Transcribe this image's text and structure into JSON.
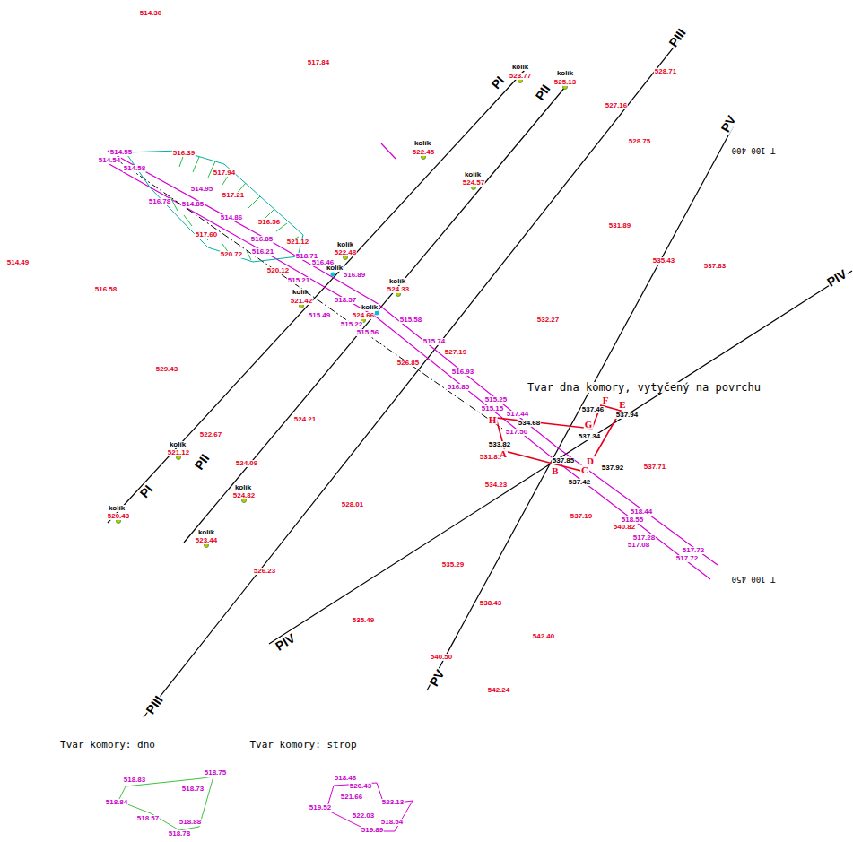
{
  "diagram": {
    "labels": [
      "514.30",
      "517.84",
      "528.71",
      "kolík",
      "523.77",
      "kolík",
      "525.13",
      "527.16",
      "528.75",
      "T 100 400",
      "kolík",
      "522.45",
      "kolík",
      "524.57",
      "531.89",
      "535.43",
      "537.83",
      "514.49",
      "516.58",
      "kolík",
      "522.48",
      "kolík",
      "kolík",
      "521.42",
      "kolík",
      "524.33",
      "kolík",
      "524.66",
      "532.27",
      "529.43",
      "526.85",
      "527.19",
      "524.21",
      "522.67",
      "kolík",
      "521.12",
      "524.09",
      "kolík",
      "524.82",
      "kolík",
      "520.43",
      "kolík",
      "523.44",
      "528.01",
      "531.81",
      "534.23",
      "537.71",
      "537.19",
      "540.82",
      "526.23",
      "535.29",
      "538.43",
      "535.49",
      "542.40",
      "540.50",
      "542.24",
      "T 100 450",
      "Tvar dna komory, vytyčený na povrchu",
      "537.46",
      "537.94",
      "534.68",
      "537.34",
      "533.82",
      "537.85",
      "537.92",
      "537.42",
      "A",
      "B",
      "C",
      "D",
      "E",
      "F",
      "G",
      "H",
      "514.55",
      "516.39",
      "514.54",
      "514.58",
      "517.94",
      "514.95",
      "517.21",
      "516.78",
      "514.85",
      "514.86",
      "516.56",
      "517.60",
      "516.85",
      "520.72",
      "516.21",
      "521.12",
      "518.71",
      "520.12",
      "515.21",
      "516.46",
      "516.89",
      "518.57",
      "515.49",
      "515.58",
      "515.22",
      "515.56",
      "515.74",
      "516.93",
      "516.85",
      "515.25",
      "515.15",
      "517.44",
      "517.50",
      "518.44",
      "518.55",
      "517.28",
      "517.08",
      "517.72",
      "517.72",
      "Tvar komory: dno",
      "Tvar komory: strop",
      "518.83",
      "518.75",
      "518.73",
      "518.84",
      "518.57",
      "518.88",
      "518.78",
      "518.46",
      "520.43",
      "521.66",
      "523.13",
      "519.52",
      "522.03",
      "518.54",
      "519.89",
      "PI",
      "PI",
      "PII",
      "PII",
      "PIII",
      "PIII",
      "PV",
      "PV",
      "PIV",
      "PIV"
    ]
  }
}
